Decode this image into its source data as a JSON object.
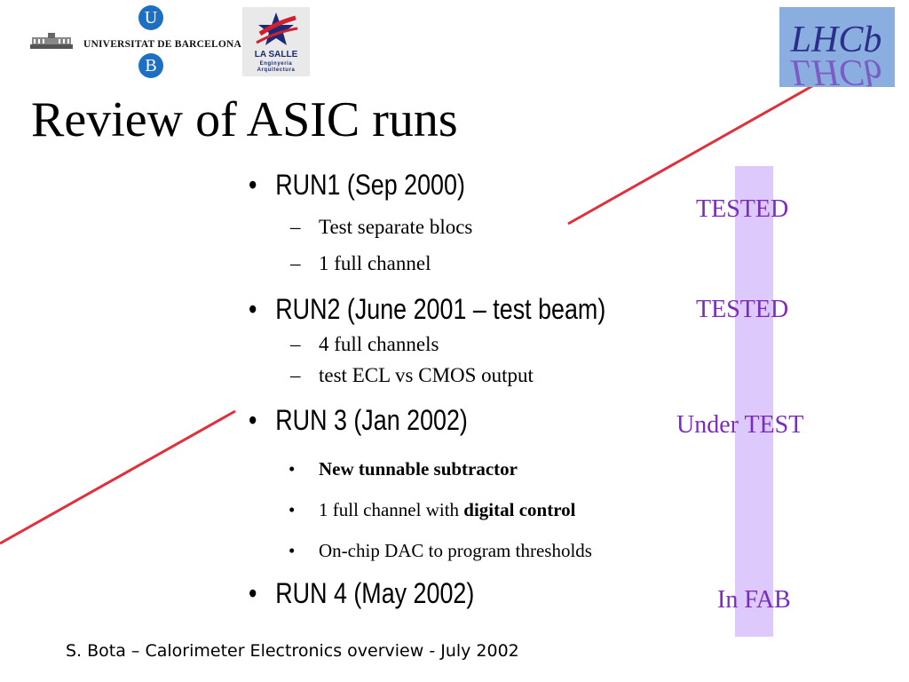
{
  "header": {
    "ub_letter_top": "U",
    "ub_letter_bottom": "B",
    "ub_name": "UNIVERSITAT DE BARCELONA",
    "lasalle_title": "LA SALLE",
    "lasalle_sub1": "Enginyeria",
    "lasalle_sub2": "Arquitectura",
    "lhcb_text": "LHCb"
  },
  "title": "Review of ASIC runs",
  "runs": [
    {
      "label": "RUN1 (Sep 2000)",
      "status": "TESTED",
      "items": [
        "Test separate blocs",
        "1 full channel"
      ]
    },
    {
      "label": "RUN2 (June 2001 – test beam)",
      "status": "TESTED",
      "items": [
        "4 full channels",
        "test ECL vs CMOS output"
      ]
    },
    {
      "label": "RUN 3 (Jan 2002)",
      "status": "Under TEST",
      "items": [
        {
          "bold": "New tunnable subtractor"
        },
        {
          "text": "1 full channel with ",
          "bold": "digital control"
        },
        {
          "text": "On-chip DAC to program thresholds"
        }
      ]
    },
    {
      "label": "RUN 4 (May 2002)",
      "status": "In FAB"
    }
  ],
  "glyphs": {
    "bullet": "•",
    "dash": "–"
  },
  "colors": {
    "status_text": "#7a2cc0",
    "status_bar": "#ddc9fb",
    "accent_line": "#e0303c"
  },
  "footer": "S. Bota – Calorimeter Electronics overview - July 2002"
}
